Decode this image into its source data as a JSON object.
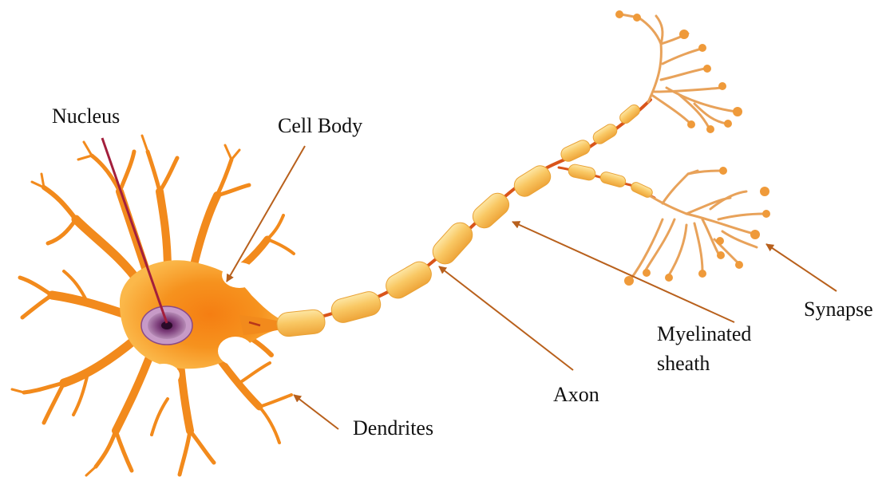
{
  "labels": {
    "nucleus": "Nucleus",
    "cell_body": "Cell Body",
    "myelinated_line1": "Myelinated",
    "myelinated_line2": "sheath",
    "synapse": "Synapse",
    "axon": "Axon",
    "dendrites": "Dendrites"
  },
  "colors": {
    "pointer_arrow": "#b8601c",
    "nucleus_pointer": "#a31f3c",
    "cell_body": "#f28a1c",
    "cell_body_light": "#fbb84a",
    "nucleus": "#7a3a78",
    "myelin": "#f8c25a",
    "myelin_edge": "#e9a236",
    "node_of_ranvier": "#d9541a",
    "axon_terminal": "#e8a25a",
    "terminal_bulb": "#ef9a3a"
  }
}
